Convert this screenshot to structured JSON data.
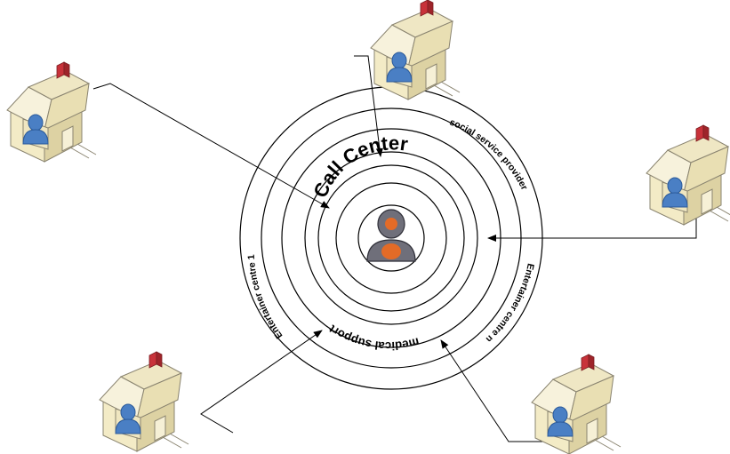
{
  "diagram": {
    "title": "Call Center",
    "ring_labels": {
      "social_service": "social service provider",
      "entertainer_1": "Entertainer centre 1",
      "entertainer_n": "Entertainer centre n",
      "medical": "medical support"
    },
    "colors": {
      "house_wall": "#f3ebc6",
      "house_wall_shade": "#ddd2a3",
      "house_roof": "#f7f2dc",
      "house_outline": "#8a8470",
      "chimney": "#c8323a",
      "person_blue": "#4a7fc4",
      "person_blue_dark": "#2b5a9a",
      "agent_body": "#6f6f7a",
      "agent_glow": "#f06a1e"
    },
    "icons": [
      "house-user-icon",
      "call-center-agent-icon"
    ]
  }
}
